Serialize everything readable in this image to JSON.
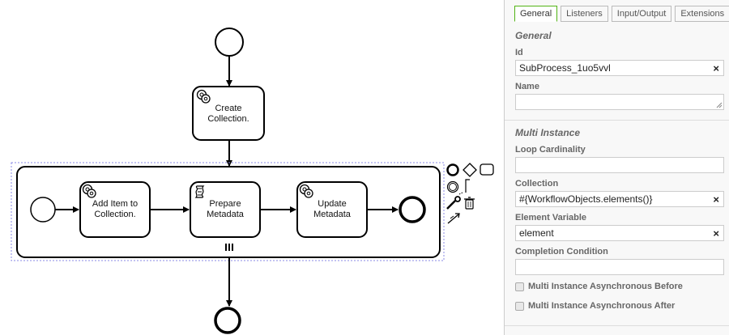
{
  "diagram": {
    "tasks": {
      "create_collection": "Create\nCollection.",
      "add_item": "Add Item to\nCollection.",
      "prepare_metadata": "Prepare\nMetadata",
      "update_metadata": "Update\nMetadata"
    },
    "multi_instance_marker": "parallel"
  },
  "panel": {
    "tabs": [
      "General",
      "Listeners",
      "Input/Output",
      "Extensions"
    ],
    "active_tab": "General",
    "general": {
      "title": "General",
      "id_label": "Id",
      "id_value": "SubProcess_1uo5vvl",
      "name_label": "Name",
      "name_value": ""
    },
    "multi_instance": {
      "title": "Multi Instance",
      "loop_cardinality_label": "Loop Cardinality",
      "loop_cardinality_value": "",
      "collection_label": "Collection",
      "collection_value": "#{WorkflowObjects.elements()}",
      "element_variable_label": "Element Variable",
      "element_variable_value": "element",
      "completion_condition_label": "Completion Condition",
      "completion_condition_value": "",
      "async_before_label": "Multi Instance Asynchronous Before",
      "async_before_checked": false,
      "async_after_label": "Multi Instance Asynchronous After",
      "async_after_checked": false
    },
    "clear_symbol": "×"
  },
  "colors": {
    "accent": "#52b415",
    "selection": "#8a8ae6"
  }
}
